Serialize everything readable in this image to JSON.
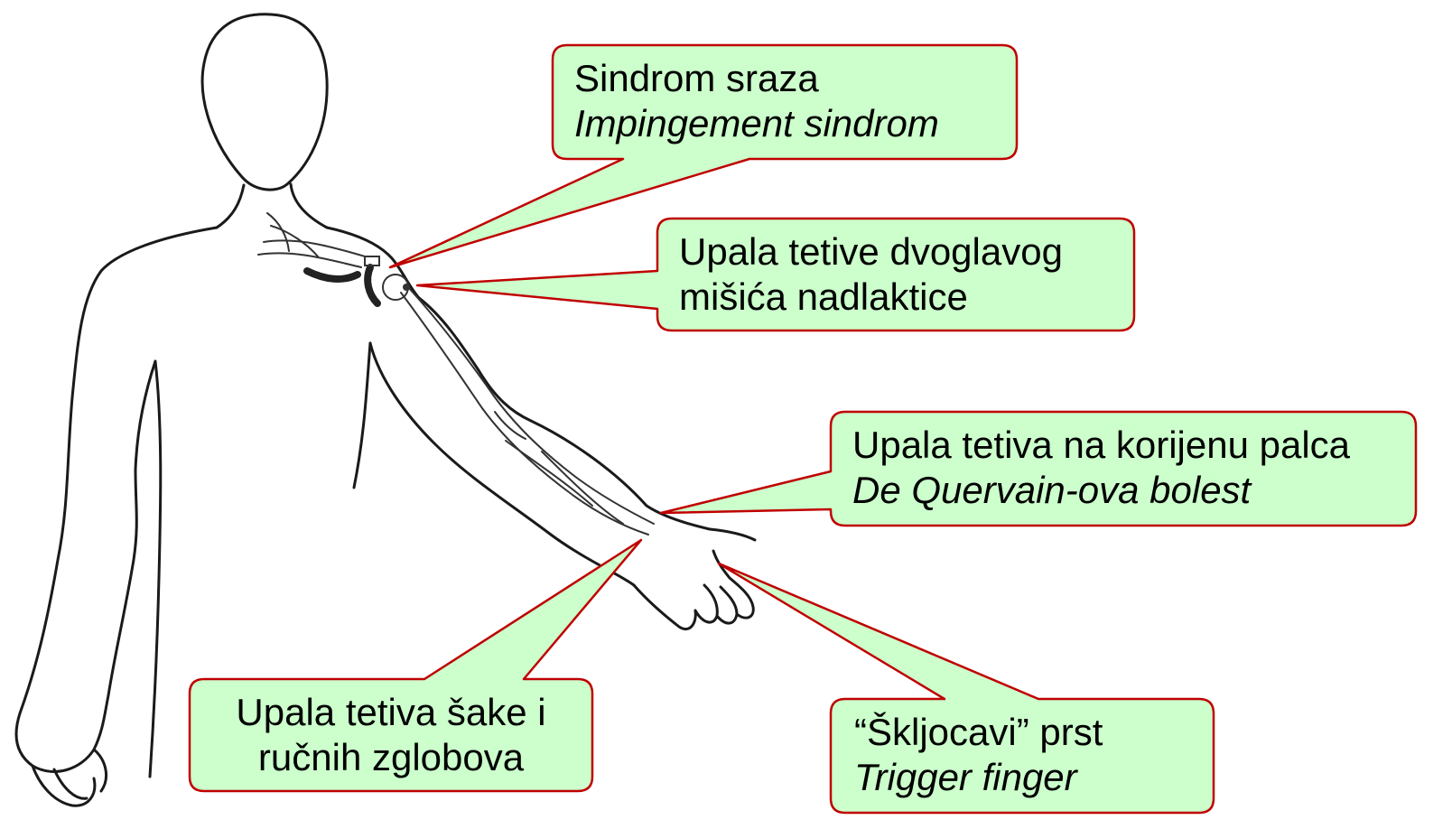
{
  "colors": {
    "callout_fill": "#ccffcc",
    "callout_border": "#c00000",
    "body_outline": "#1a1a1a",
    "anatomy_stroke": "#333333"
  },
  "callouts": {
    "impingement": {
      "line1": "Sindrom sraza",
      "line2": "Impingement sindrom"
    },
    "biceps": {
      "line1": "Upala tetive dvoglavog",
      "line2": "mišića nadlaktice"
    },
    "dequervain": {
      "line1": "Upala tetiva na korijenu palca",
      "line2": "De Quervain-ova bolest"
    },
    "wrist": {
      "line1": "Upala tetiva šake i",
      "line2": "ručnih zglobova"
    },
    "trigger": {
      "line1": "“Škljocavi” prst",
      "line2": "Trigger finger"
    }
  }
}
